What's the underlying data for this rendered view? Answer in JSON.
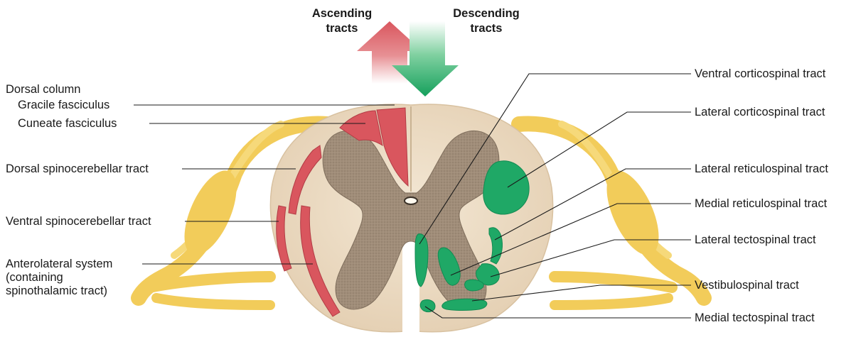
{
  "arrows": {
    "ascending": "Ascending\ntracts",
    "descending": "Descending\ntracts"
  },
  "left_labels": {
    "dorsal_column": "Dorsal column",
    "gracile": "Gracile fasciculus",
    "cuneate": "Cuneate fasciculus",
    "dorsal_spinocerebellar": "Dorsal spinocerebellar tract",
    "ventral_spinocerebellar": "Ventral spinocerebellar tract",
    "anterolateral": "Anterolateral system (containing spinothalamic tract)"
  },
  "right_labels": {
    "ventral_corticospinal": "Ventral corticospinal tract",
    "lateral_corticospinal": "Lateral corticospinal tract",
    "lateral_reticulospinal": "Lateral reticulospinal tract",
    "medial_reticulospinal": "Medial reticulospinal tract",
    "lateral_tectospinal": "Lateral tectospinal tract",
    "vestibulospinal": "Vestibulospinal tract",
    "medial_tectospinal": "Medial tectospinal tract"
  },
  "colors": {
    "ascending": "#d9565e",
    "descending": "#1fa866",
    "white_matter": "#ecdcc4",
    "gray_matter": "#9c8a77",
    "nerve": "#f2cc5a"
  }
}
